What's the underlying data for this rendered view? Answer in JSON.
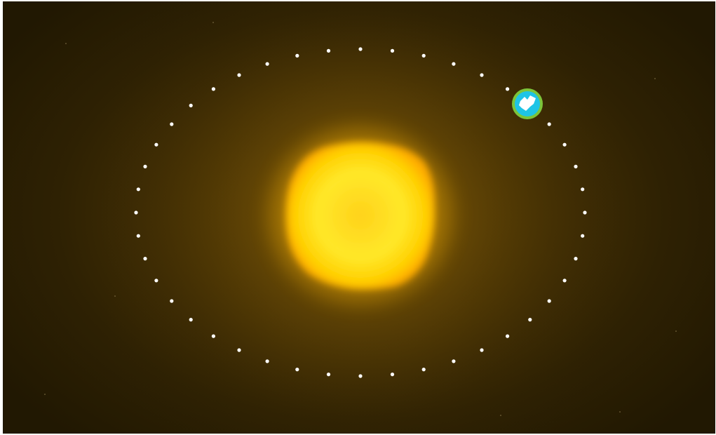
{
  "scene": {
    "subject": "sun-with-orbit",
    "colors": {
      "space": "#2a1f03",
      "glow": "#7a5608",
      "sun_core": "#ffe930",
      "sun_edge": "#ffc400",
      "orbit_dots": "#ffffff",
      "earth_ocean": "#1ec4e6",
      "earth_land": "#7cc43a",
      "earth_clouds": "#ffffff"
    },
    "orbit_dot_count": 44,
    "planet_orbit_angle_deg": -42
  }
}
